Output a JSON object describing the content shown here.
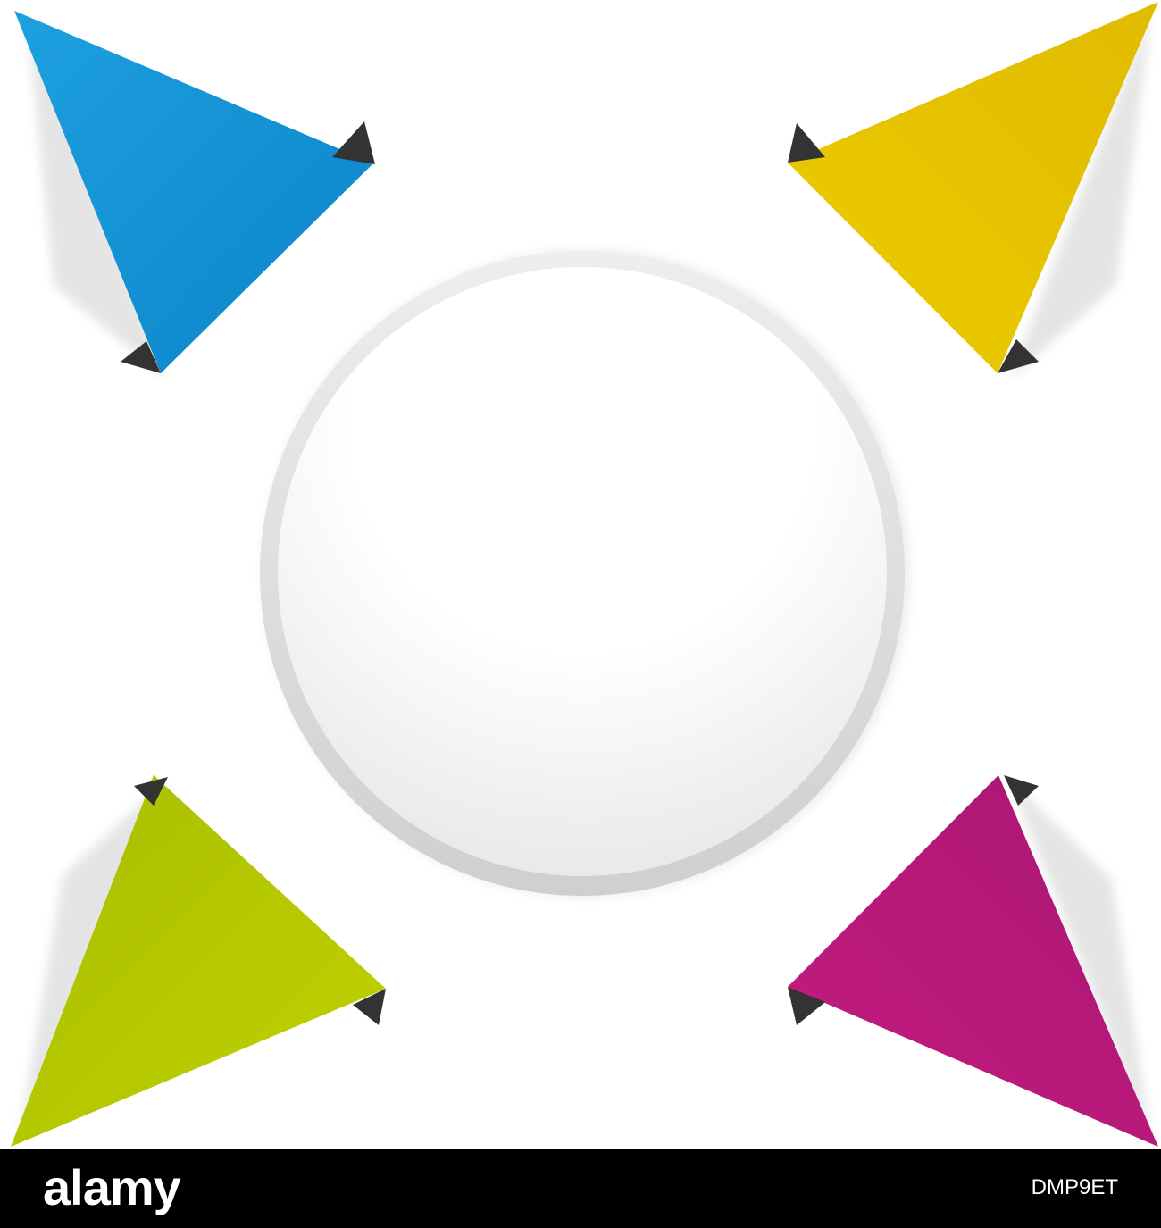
{
  "colors": {
    "background": "#ffffff",
    "blue_triangle": "#0a8fd4",
    "yellow_triangle": "#e6c200",
    "green_triangle": "#b9cc00",
    "magenta_triangle": "#bf1b7a",
    "fold_tabs": "#333333",
    "circle_rim": "#d9d9d9",
    "footer": "#000000",
    "footer_text": "#ffffff"
  },
  "icons": {
    "top_left": "paper-arrow-icon",
    "top_right": "paper-arrow-icon",
    "bottom_left": "paper-arrow-icon",
    "bottom_right": "paper-arrow-icon",
    "center": "blank-circle-badge"
  },
  "footer": {
    "brand": "alamy",
    "image_id": "DMP9ET"
  }
}
